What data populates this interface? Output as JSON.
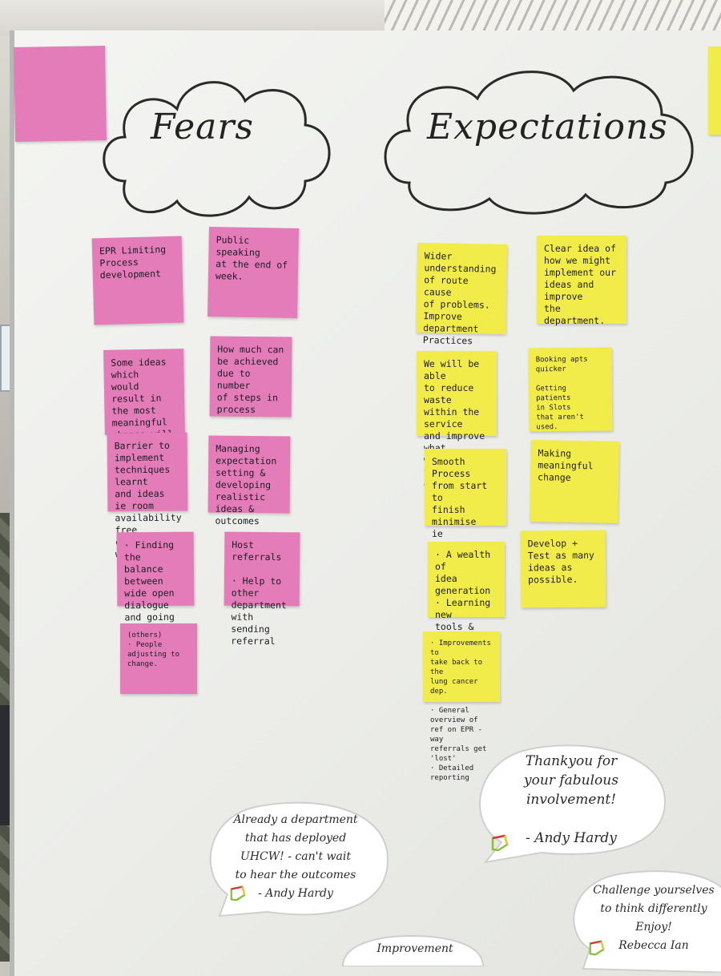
{
  "headings": {
    "fears": "Fears",
    "expectations": "Expectations"
  },
  "fears_notes": [
    "EPR Limiting\nProcess\ndevelopment",
    "Public speaking\nat the end of\nweek.",
    "Some ideas which\nwould result in\nthe most meaningful\nchange will not be\npossible.",
    "How much can\nbe achieved\ndue to number\nof steps in\nprocess",
    "Barrier to\nimplement\ntechniques learnt\nand ideas\nie room availability\nfree computer to\nwork on.",
    "Managing\nexpectation\nsetting & developing\nrealistic ideas &\noutcomes",
    "· Finding the\nbalance between\nwide open dialogue\nand going off scope\n· Leaving feelings &\nemotions at the door",
    "Host referrals\n\n· Help to other\ndepartment with\nsending referral",
    "(others)\n· People adjusting to\nchange."
  ],
  "expectations_notes": [
    "Wider understanding\nof route cause\nof problems.\nImprove department\nPractices",
    "Clear idea of\nhow we might\nimplement our\nideas and improve\nthe department.",
    "We will be able\nto reduce waste\nwithin the service\nand improve what\nwe are able to\ndeliver to patients.",
    "Booking apts quicker\n\nGetting patients\nin Slots\nthat aren't\nused.",
    "Smooth Process\nfrom start to\nfinish\nminimise\nie distraction",
    "Making\nmeaningful\nchange",
    "· A wealth of\nidea generation\n· Learning new\ntools & processes\n· Thinking outside\nthe box.",
    "Develop +\nTest as many\nideas as\npossible.",
    "· Improvements to\ntake back to the\nlung cancer dep.\n\n· General overview of\nref on EPR - way\nreferrals get 'lost'\n· Detailed reporting"
  ],
  "bubbles": [
    {
      "text": "Thankyou for\nyour fabulous\ninvolvement!\n\n- Andy Hardy"
    },
    {
      "text": "Already a department\nthat has deployed\nUHCW! - can't wait\nto hear the outcomes\n- Andy Hardy"
    },
    {
      "text": "Challenge yourselves\nto think differently\nEnjoy!\nRebecca Ian"
    },
    {
      "text": "Improvement"
    }
  ],
  "colors": {
    "pink_note": "#e57cba",
    "yellow_note": "#f2ec4a",
    "marker": "#222222",
    "logo_green": "#8bbf3a",
    "logo_red": "#d33a3a",
    "logo_yellow": "#f2c230"
  }
}
